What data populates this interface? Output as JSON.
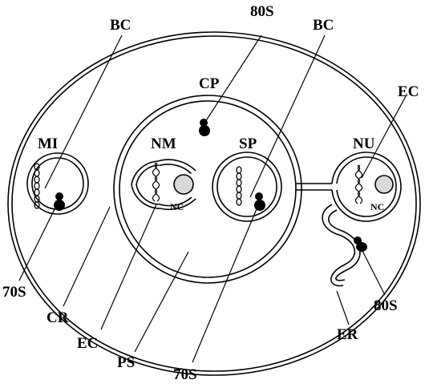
{
  "labels": {
    "bc_left": "BC",
    "s80_top": "80S",
    "bc_right": "BC",
    "cp": "CP",
    "ec_right": "EC",
    "mi": "MI",
    "nm": "NM",
    "sp": "SP",
    "nu": "NU",
    "nc_left": "NC",
    "nc_right": "NC",
    "s70_left": "70S",
    "cr": "CR",
    "s80_right": "80S",
    "ec_bottom": "EC",
    "er": "ER",
    "ps": "PS",
    "s70_bottom": "70S"
  },
  "colors": {
    "stroke": "#000000",
    "nucleolus": "#d9d9d9",
    "background": "#ffffff"
  }
}
